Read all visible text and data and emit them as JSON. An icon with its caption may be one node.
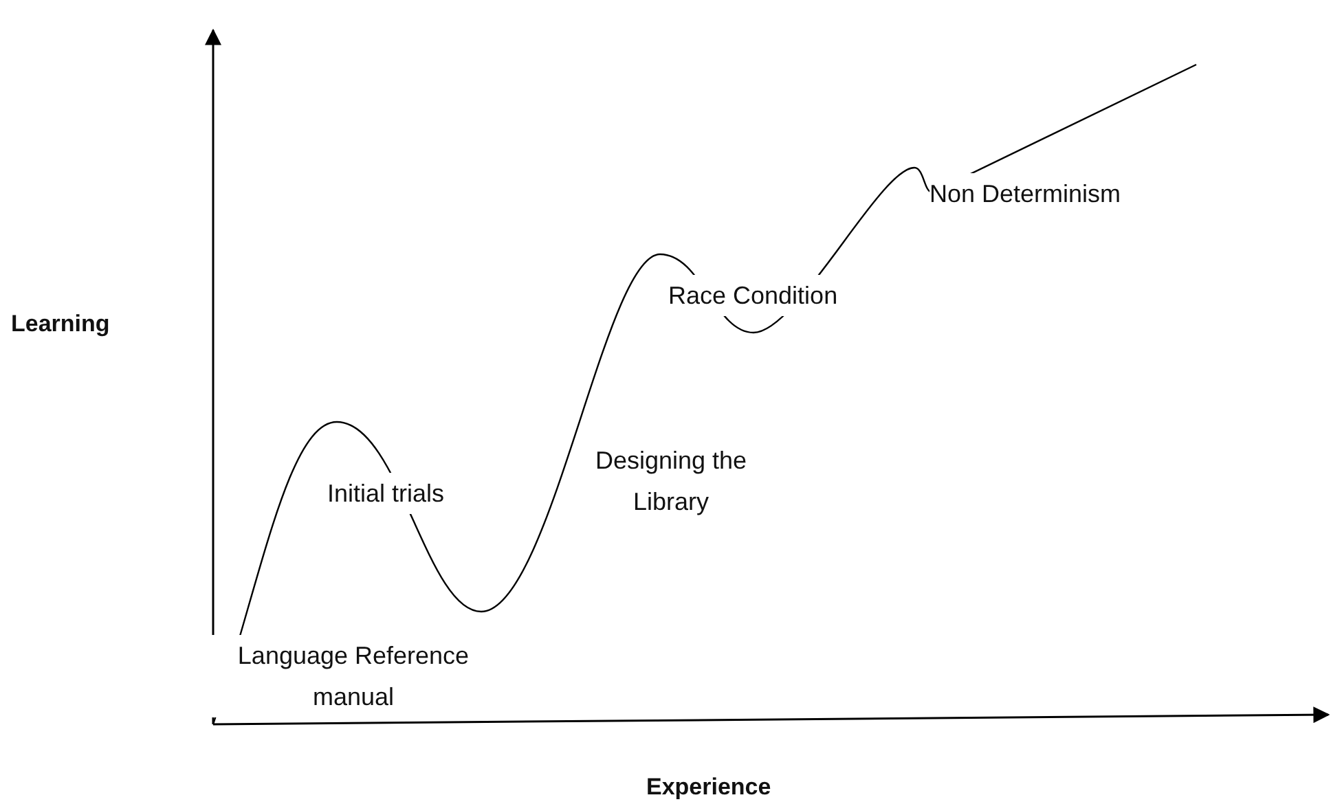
{
  "diagram": {
    "labels": [
      "Non Determinism",
      "Race Condition",
      "Learning",
      "Designing the Library",
      "Initial trials",
      "Language Reference manual",
      "Experience"
    ]
  }
}
